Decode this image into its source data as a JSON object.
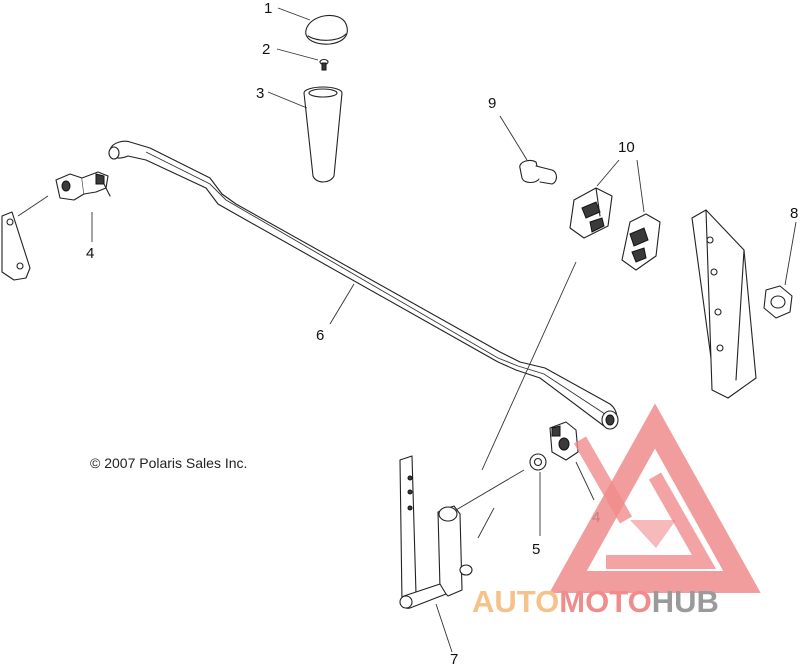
{
  "copyright": "© 2007 Polaris Sales Inc.",
  "callouts": {
    "c1": "1",
    "c2": "2",
    "c3": "3",
    "c4_left": "4",
    "c4_right": "4",
    "c5": "5",
    "c6": "6",
    "c7": "7",
    "c8": "8",
    "c9": "9",
    "c10": "10"
  },
  "watermark": {
    "part1": "AUTO",
    "part2": "MOTO",
    "part3": "HUB",
    "colors": {
      "auto": "#f5c389",
      "moto": "#f08c8c",
      "hub": "#9a9a9a",
      "logo": "#f08c8c"
    }
  }
}
